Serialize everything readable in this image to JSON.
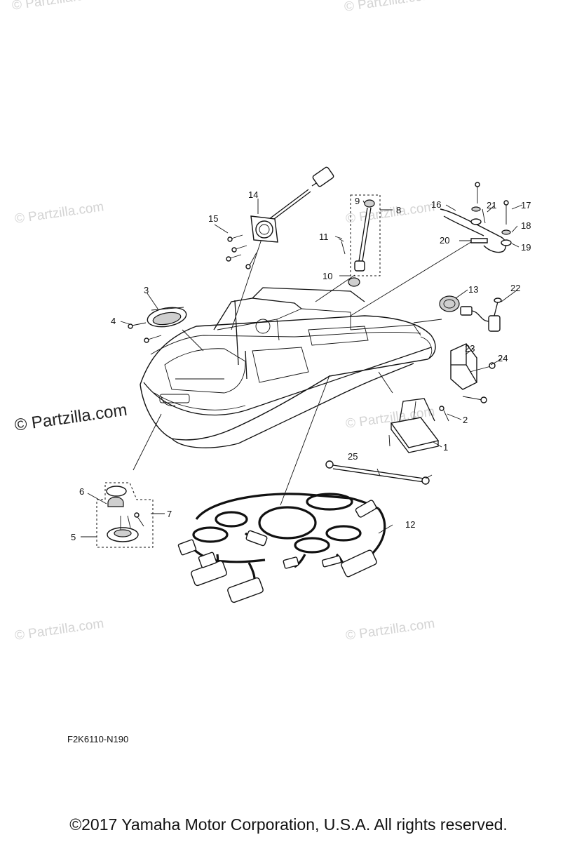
{
  "watermark": {
    "text": "© Partzilla.com"
  },
  "diagram_code": "F2K6110-N190",
  "copyright": "©2017 Yamaha Motor Corporation, U.S.A. All rights reserved.",
  "callouts": [
    "1",
    "2",
    "3",
    "4",
    "5",
    "6",
    "7",
    "8",
    "9",
    "10",
    "11",
    "12",
    "13",
    "14",
    "15",
    "16",
    "17",
    "18",
    "19",
    "20",
    "21",
    "22",
    "23",
    "24",
    "25"
  ]
}
